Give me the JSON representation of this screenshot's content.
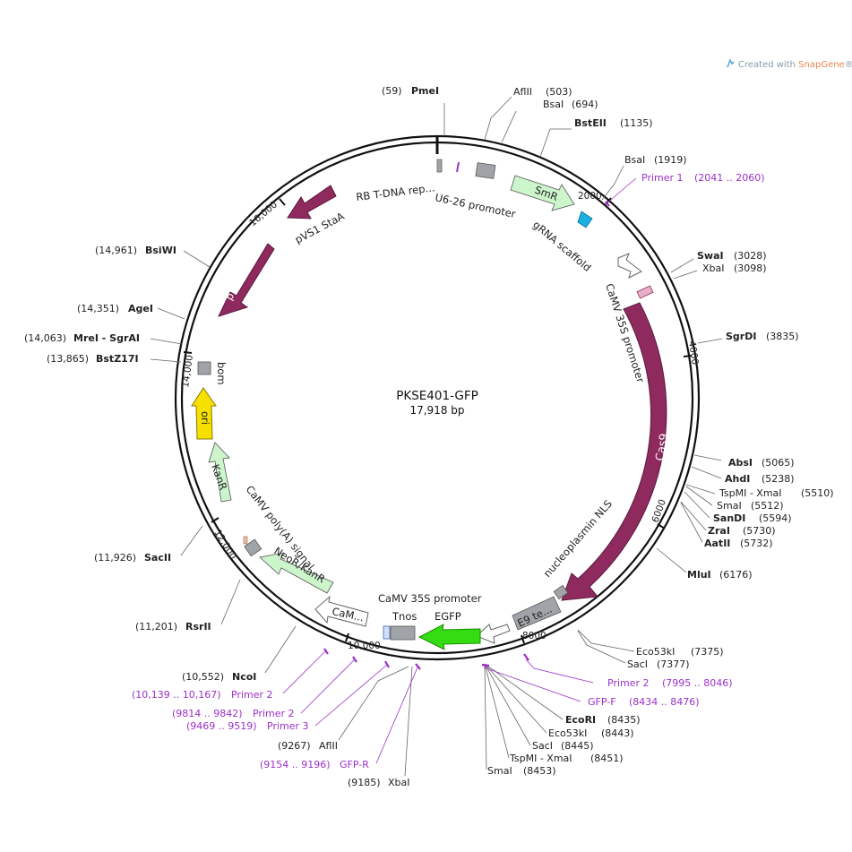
{
  "watermark": {
    "text": "Created with ",
    "brand": "SnapGene",
    "mark": "®"
  },
  "plasmid": {
    "name": "PKSE401-GFP",
    "length": "17,918 bp"
  },
  "ticks": [
    "2000",
    "4000",
    "6000",
    "8000",
    "10,000",
    "12,000",
    "14,000",
    "16,000"
  ],
  "sites": [
    {
      "id": "pmei",
      "pos": "(59)",
      "name": "PmeI",
      "bold": true
    },
    {
      "id": "aflii-503",
      "name": "AflII",
      "pos": "(503)",
      "bold": false
    },
    {
      "id": "bsai-694",
      "name": "BsaI",
      "pos": "(694)",
      "bold": false
    },
    {
      "id": "bsteii",
      "name": "BstEII",
      "pos": "(1135)",
      "bold": true
    },
    {
      "id": "bsai-1919",
      "name": "BsaI",
      "pos": "(1919)",
      "bold": false
    },
    {
      "id": "swai",
      "name": "SwaI",
      "pos": "(3028)",
      "bold": true
    },
    {
      "id": "xbai-3098",
      "name": "XbaI",
      "pos": "(3098)",
      "bold": false
    },
    {
      "id": "sgrdi",
      "name": "SgrDI",
      "pos": "(3835)",
      "bold": true
    },
    {
      "id": "absi",
      "name": "AbsI",
      "pos": "(5065)",
      "bold": true
    },
    {
      "id": "ahdi",
      "name": "AhdI",
      "pos": "(5238)",
      "bold": true
    },
    {
      "id": "tspmi-5510",
      "name": "TspMI - XmaI",
      "pos": "(5510)",
      "bold": false
    },
    {
      "id": "smai-5512",
      "name": "SmaI",
      "pos": "(5512)",
      "bold": false
    },
    {
      "id": "sandi",
      "name": "SanDI",
      "pos": "(5594)",
      "bold": true
    },
    {
      "id": "zrai",
      "name": "ZraI",
      "pos": "(5730)",
      "bold": true
    },
    {
      "id": "aatii",
      "name": "AatII",
      "pos": "(5732)",
      "bold": true
    },
    {
      "id": "mlui",
      "name": "MluI",
      "pos": "(6176)",
      "bold": true
    },
    {
      "id": "eco53ki-7375",
      "name": "Eco53kI",
      "pos": "(7375)",
      "bold": false
    },
    {
      "id": "saci-7377",
      "name": "SacI",
      "pos": "(7377)",
      "bold": false
    },
    {
      "id": "ecori",
      "name": "EcoRI",
      "pos": "(8435)",
      "bold": true
    },
    {
      "id": "eco53ki-8443",
      "name": "Eco53kI",
      "pos": "(8443)",
      "bold": false
    },
    {
      "id": "saci-8445",
      "name": "SacI",
      "pos": "(8445)",
      "bold": false
    },
    {
      "id": "tspmi-8451",
      "name": "TspMI - XmaI",
      "pos": "(8451)",
      "bold": false
    },
    {
      "id": "smai-8453",
      "name": "SmaI",
      "pos": "(8453)",
      "bold": false
    },
    {
      "id": "xbai-9185",
      "pos": "(9185)",
      "name": "XbaI",
      "bold": false
    },
    {
      "id": "aflii-9267",
      "pos": "(9267)",
      "name": "AflII",
      "bold": false
    },
    {
      "id": "ncoi",
      "pos": "(10,552)",
      "name": "NcoI",
      "bold": true
    },
    {
      "id": "rsrii",
      "pos": "(11,201)",
      "name": "RsrII",
      "bold": true
    },
    {
      "id": "sacii",
      "pos": "(11,926)",
      "name": "SacII",
      "bold": true
    },
    {
      "id": "bstz17i",
      "pos": "(13,865)",
      "name": "BstZ17I",
      "bold": true
    },
    {
      "id": "mrei",
      "pos": "(14,063)",
      "name": "MreI - SgrAI",
      "bold": true
    },
    {
      "id": "agei",
      "pos": "(14,351)",
      "name": "AgeI",
      "bold": true
    },
    {
      "id": "bsiwi",
      "pos": "(14,961)",
      "name": "BsiWI",
      "bold": true
    }
  ],
  "primers": [
    {
      "id": "primer1",
      "name": "Primer 1",
      "range": "(2041 .. 2060)"
    },
    {
      "id": "primer2-right",
      "name": "Primer 2",
      "range": "(7995 .. 8046)"
    },
    {
      "id": "gfp-f",
      "name": "GFP-F",
      "range": "(8434 .. 8476)"
    },
    {
      "id": "primer2-a",
      "range": "(10,139 .. 10,167)",
      "name": "Primer 2"
    },
    {
      "id": "primer2-b",
      "range": "(9814 .. 9842)",
      "name": "Primer 2"
    },
    {
      "id": "primer3",
      "range": "(9469 .. 9519)",
      "name": "Primer 3"
    },
    {
      "id": "gfp-r",
      "range": "(9154 .. 9196)",
      "name": "GFP-R"
    }
  ],
  "features": {
    "rb": "RB T-DNA rep...",
    "u6": "U6-26 promoter",
    "smr": "SmR",
    "grna": "gRNA scaffold",
    "camv35s_top": "CaMV 35S promoter",
    "cas9": "Cas9",
    "nls": "nucleoplasmin NLS",
    "e9": "E9 te...",
    "egfp": "EGFP",
    "tnos": "Tnos",
    "camv35s_bottom": "CaMV 35S promoter",
    "cam_short": "CaM...",
    "neor": "NeoR/KanR",
    "polya": "CaMV poly(A) signal",
    "kanr": "KanR",
    "ori": "ori",
    "bom": "bom",
    "pvs1_repa": "pVS1 RepA",
    "pvs1_staa": "pVS1 StaA"
  },
  "colors": {
    "cas9": "#8e2a5e",
    "pvs1": "#8e2a5e",
    "egfp": "#33dd11",
    "ori": "#f5e000",
    "light_green": "#ccf5cc",
    "primer": "#9b30c8",
    "grna": "#1ab0e0",
    "gray_box": "#a0a4a8"
  }
}
